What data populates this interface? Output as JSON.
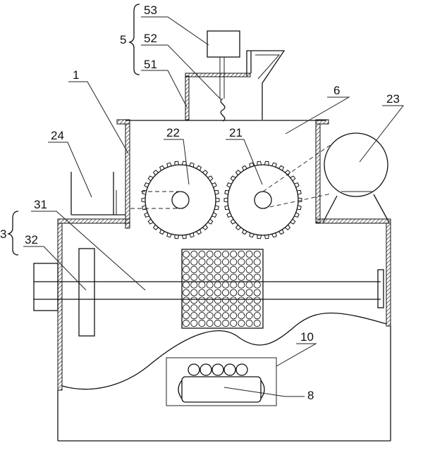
{
  "labels": {
    "housing": "1",
    "gear_right": "21",
    "gear_left": "22",
    "motor": "23",
    "bin": "24",
    "roller_assembly": "3",
    "shaft": "31",
    "pulley": "32",
    "feeder": "5",
    "hopper": "51",
    "screw": "52",
    "feed_motor": "53",
    "chamber": "6",
    "conveyor": "8",
    "tray": "10"
  },
  "colors": {
    "stroke": "#111111",
    "hatch": "#333333",
    "background": "#ffffff"
  }
}
